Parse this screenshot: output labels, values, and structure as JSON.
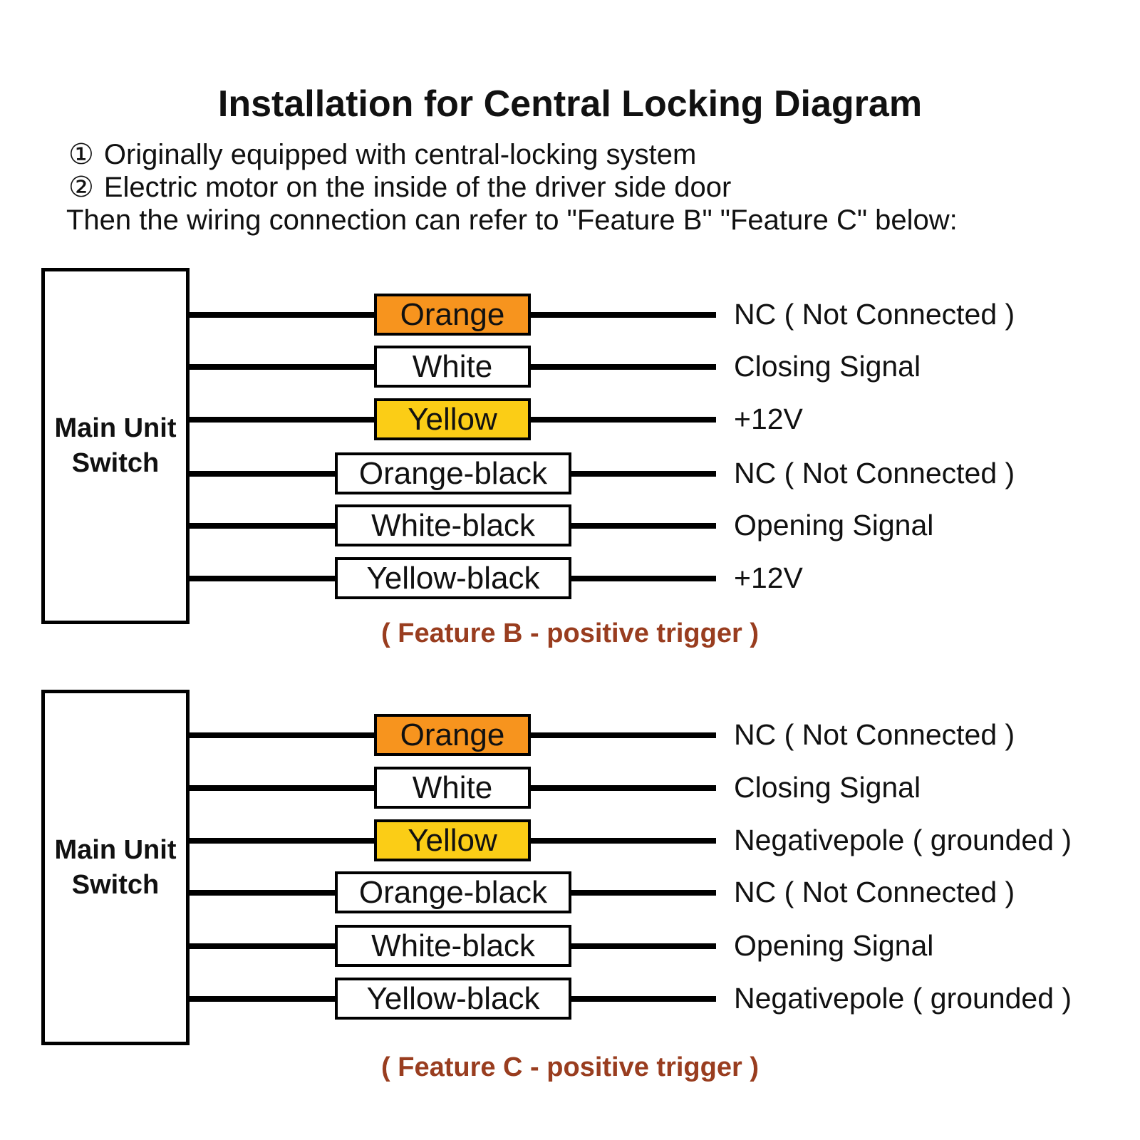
{
  "title": "Installation for Central Locking Diagram",
  "notes": [
    {
      "bullet": "①",
      "text": "Originally equipped with central-locking system"
    },
    {
      "bullet": "②",
      "text": "Electric motor on the inside of the driver side door"
    }
  ],
  "intro": "Then the wiring connection can refer to \"Feature B\" \"Feature C\" below:",
  "colors": {
    "orange": "#F7941E",
    "yellow": "#FBCD16",
    "white": "#FFFFFF",
    "wire": "#000000",
    "caption": "#993D1F"
  },
  "sections": [
    {
      "source_label": "Main Unit\nSwitch",
      "caption": "( Feature B - positive trigger )",
      "wires": [
        {
          "label": "Orange",
          "fill": "orange",
          "signal": "NC ( Not Connected )"
        },
        {
          "label": "White",
          "fill": "white",
          "signal": "Closing Signal"
        },
        {
          "label": "Yellow",
          "fill": "yellow",
          "signal": "+12V"
        },
        {
          "label": "Orange-black",
          "fill": "white",
          "signal": "NC ( Not Connected )"
        },
        {
          "label": "White-black",
          "fill": "white",
          "signal": "Opening Signal"
        },
        {
          "label": "Yellow-black",
          "fill": "white",
          "signal": "+12V"
        }
      ]
    },
    {
      "source_label": "Main Unit\nSwitch",
      "caption": "( Feature C - positive trigger )",
      "wires": [
        {
          "label": "Orange",
          "fill": "orange",
          "signal": "NC ( Not Connected )"
        },
        {
          "label": "White",
          "fill": "white",
          "signal": "Closing Signal"
        },
        {
          "label": "Yellow",
          "fill": "yellow",
          "signal": "Negativepole ( grounded )"
        },
        {
          "label": "Orange-black",
          "fill": "white",
          "signal": "NC ( Not Connected )"
        },
        {
          "label": "White-black",
          "fill": "white",
          "signal": "Opening Signal"
        },
        {
          "label": "Yellow-black",
          "fill": "white",
          "signal": "Negativepole ( grounded )"
        }
      ]
    }
  ]
}
